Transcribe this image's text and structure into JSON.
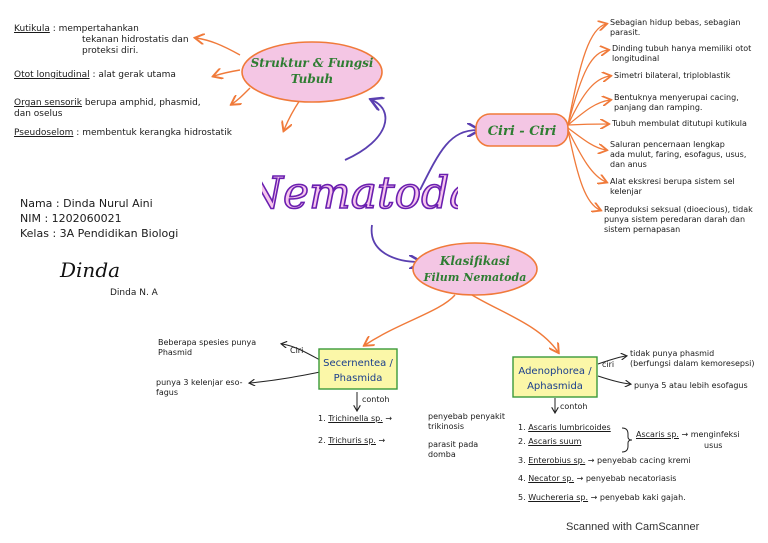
{
  "center": {
    "title": "Nematoda"
  },
  "struktur": {
    "title_line1": "Struktur & Fungsi",
    "title_line2": "Tubuh",
    "items": [
      {
        "term": "Kutikula",
        "sep": " : ",
        "desc1": "mempertahankan",
        "desc2": "tekanan hidrostatis dan",
        "desc3": "proteksi diri."
      },
      {
        "term": "Otot longitudinal",
        "sep": " : ",
        "desc1": "alat gerak utama"
      },
      {
        "term": "Organ sensorik",
        "desc1": " berupa amphid, phasmid,",
        "desc2": "dan oselus"
      },
      {
        "term": "Pseudoselom",
        "sep": " : ",
        "desc1": "membentuk kerangka hidrostatik"
      }
    ]
  },
  "ciri": {
    "title": "Ciri - Ciri",
    "items": [
      {
        "l1": "Sebagian hidup bebas, sebagian",
        "l2": "parasit."
      },
      {
        "l1": "Dinding tubuh hanya memiliki otot",
        "l2": "longitudinal"
      },
      {
        "l1": "Simetri bilateral, triploblastik"
      },
      {
        "l1": "Bentuknya menyerupai cacing,",
        "l2": "panjang dan ramping."
      },
      {
        "l1": "Tubuh membulat ditutupi kutikula"
      },
      {
        "l1": "Saluran pencernaan lengkap",
        "l2": "ada mulut, faring, esofagus, usus,",
        "l3": "dan anus"
      },
      {
        "l1": "Alat ekskresi berupa sistem sel",
        "l2": "kelenjar"
      },
      {
        "l1": "Reproduksi seksual (dioecious), tidak",
        "l2": "punya sistem peredaran darah dan",
        "l3": "sistem pernapasan"
      }
    ]
  },
  "author": {
    "nama": "Nama : Dinda Nurul Aini",
    "nim": "NIM  : 1202060021",
    "kelas": "Kelas : 3A Pendidikan Biologi",
    "signature": "Dinda",
    "signature_name": "Dinda N. A"
  },
  "klasifikasi": {
    "title_line1": "Klasifikasi",
    "title_line2": "Filum Nematoda"
  },
  "secernentea": {
    "title_line1": "Secernentea /",
    "title_line2": "Phasmida",
    "ciri_label": "Ciri",
    "ciri": [
      {
        "l1": "Beberapa spesies punya",
        "l2": "Phasmid"
      },
      {
        "l1": "punya 3 kelenjar eso-",
        "l2": "fagus"
      }
    ],
    "contoh_label": "contoh",
    "examples": [
      {
        "num": "1.",
        "name": "Trichinella sp.",
        "arrow": "→",
        "desc1": "penyebab penyakit",
        "desc2": "trikinosis"
      },
      {
        "num": "2.",
        "name": "Trichuris sp.",
        "arrow": "→",
        "desc1": "parasit pada",
        "desc2": "domba"
      }
    ]
  },
  "adenophorea": {
    "title_line1": "Adenophorea /",
    "title_line2": "Aphasmida",
    "ciri_label": "ciri",
    "ciri": [
      {
        "l1": "tidak punya phasmid",
        "l2": "(berfungsi dalam kemoresepsi)"
      },
      {
        "l1": "punya 5 atau lebih esofagus"
      }
    ],
    "contoh_label": "contoh",
    "examples": [
      {
        "num": "1.",
        "name": "Ascaris lumbricoides"
      },
      {
        "num": "2.",
        "name": "Ascaris suum"
      },
      {
        "num": "3.",
        "name": "Enterobius sp.",
        "arrow": "→",
        "desc1": "penyebab cacing kremi"
      },
      {
        "num": "4.",
        "name": "Necator sp.",
        "arrow": "→",
        "desc1": "penyebab necatoriasis"
      },
      {
        "num": "5.",
        "name": "Wuchereria sp.",
        "arrow": "→",
        "desc1": "penyebab kaki gajah."
      }
    ],
    "ascaris_note": {
      "name": "Ascaris sp.",
      "arrow": "→",
      "desc1": "menginfeksi",
      "desc2": "usus"
    }
  },
  "watermark": "Scanned with CamScanner"
}
